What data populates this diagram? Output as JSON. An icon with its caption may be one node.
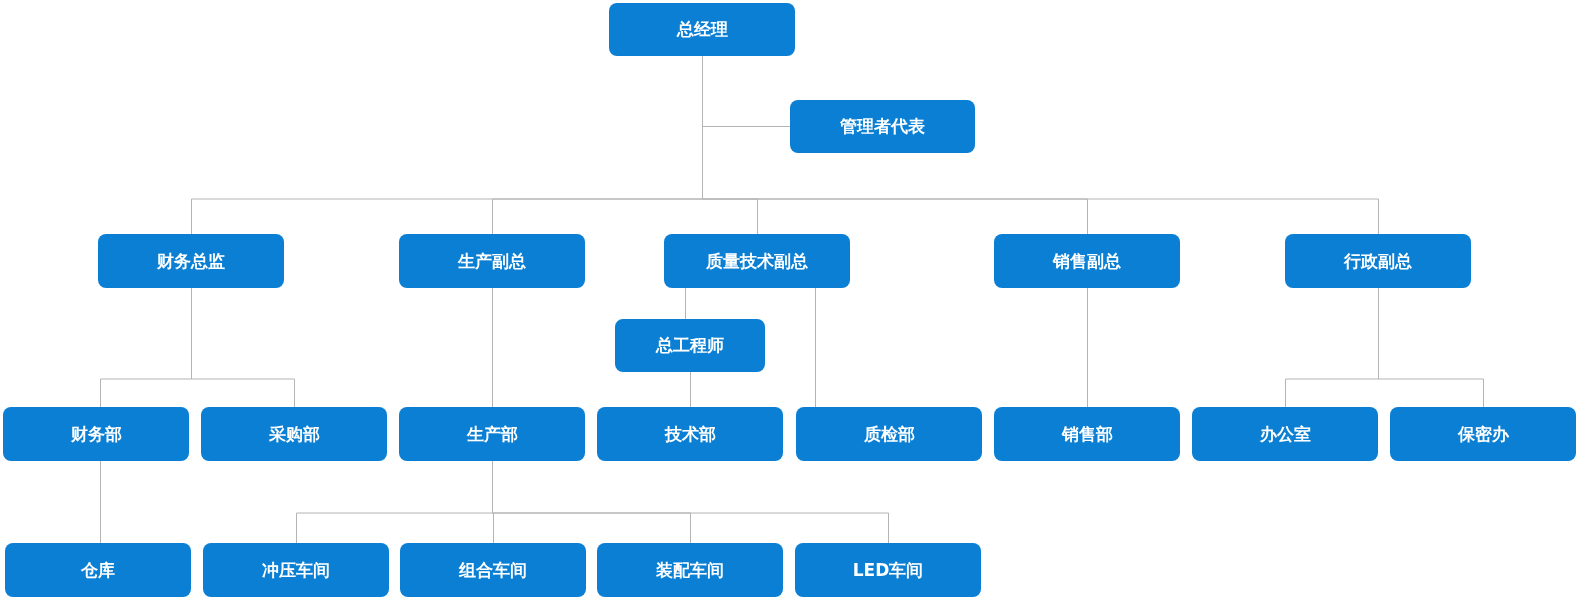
{
  "diagram": {
    "nodes": [
      {
        "text": [
          "总经理"
        ]
      },
      {
        "text": [
          "管理者代表"
        ]
      },
      {
        "text": [
          "财务总监"
        ]
      },
      {
        "text": [
          "生产副总"
        ]
      },
      {
        "text": [
          "质量技术副总"
        ]
      },
      {
        "text": [
          "销售副总"
        ]
      },
      {
        "text": [
          "行政副总"
        ]
      },
      {
        "text": [
          "总工程师"
        ]
      },
      {
        "text": [
          "财务部"
        ]
      },
      {
        "text": [
          "采购部"
        ]
      },
      {
        "text": [
          "生产部"
        ]
      },
      {
        "text": [
          "技术部"
        ]
      },
      {
        "text": [
          "质检部"
        ]
      },
      {
        "text": [
          "销售部"
        ]
      },
      {
        "text": [
          "办公室"
        ]
      },
      {
        "text": [
          "保密办"
        ]
      },
      {
        "text": [
          "仓库"
        ]
      },
      {
        "text": [
          "冲压车间"
        ]
      },
      {
        "text": [
          "组合车间"
        ]
      },
      {
        "text": [
          "装配车间"
        ]
      },
      {
        "text": [
          "LED车间"
        ]
      }
    ],
    "edges": [
      {
        "from": 0,
        "to": 1,
        "arrow": "none"
      },
      {
        "from": 0,
        "to": 2,
        "arrow": "none"
      },
      {
        "from": 0,
        "to": 3,
        "arrow": "none"
      },
      {
        "from": 0,
        "to": 4,
        "arrow": "none"
      },
      {
        "from": 0,
        "to": 5,
        "arrow": "none"
      },
      {
        "from": 0,
        "to": 6,
        "arrow": "none"
      },
      {
        "from": 2,
        "to": 8,
        "arrow": "none"
      },
      {
        "from": 2,
        "to": 9,
        "arrow": "none"
      },
      {
        "from": 3,
        "to": 10,
        "arrow": "none"
      },
      {
        "from": 4,
        "to": 7,
        "arrow": "none"
      },
      {
        "from": 7,
        "to": 11,
        "arrow": "none"
      },
      {
        "from": 4,
        "to": 12,
        "arrow": "none"
      },
      {
        "from": 5,
        "to": 13,
        "arrow": "none"
      },
      {
        "from": 6,
        "to": 14,
        "arrow": "none"
      },
      {
        "from": 6,
        "to": 15,
        "arrow": "none"
      },
      {
        "from": 8,
        "to": 16,
        "arrow": "none"
      },
      {
        "from": 10,
        "to": 17,
        "arrow": "none"
      },
      {
        "from": 10,
        "to": 18,
        "arrow": "none"
      },
      {
        "from": 10,
        "to": 19,
        "arrow": "none"
      },
      {
        "from": 10,
        "to": 20,
        "arrow": "none"
      }
    ]
  }
}
